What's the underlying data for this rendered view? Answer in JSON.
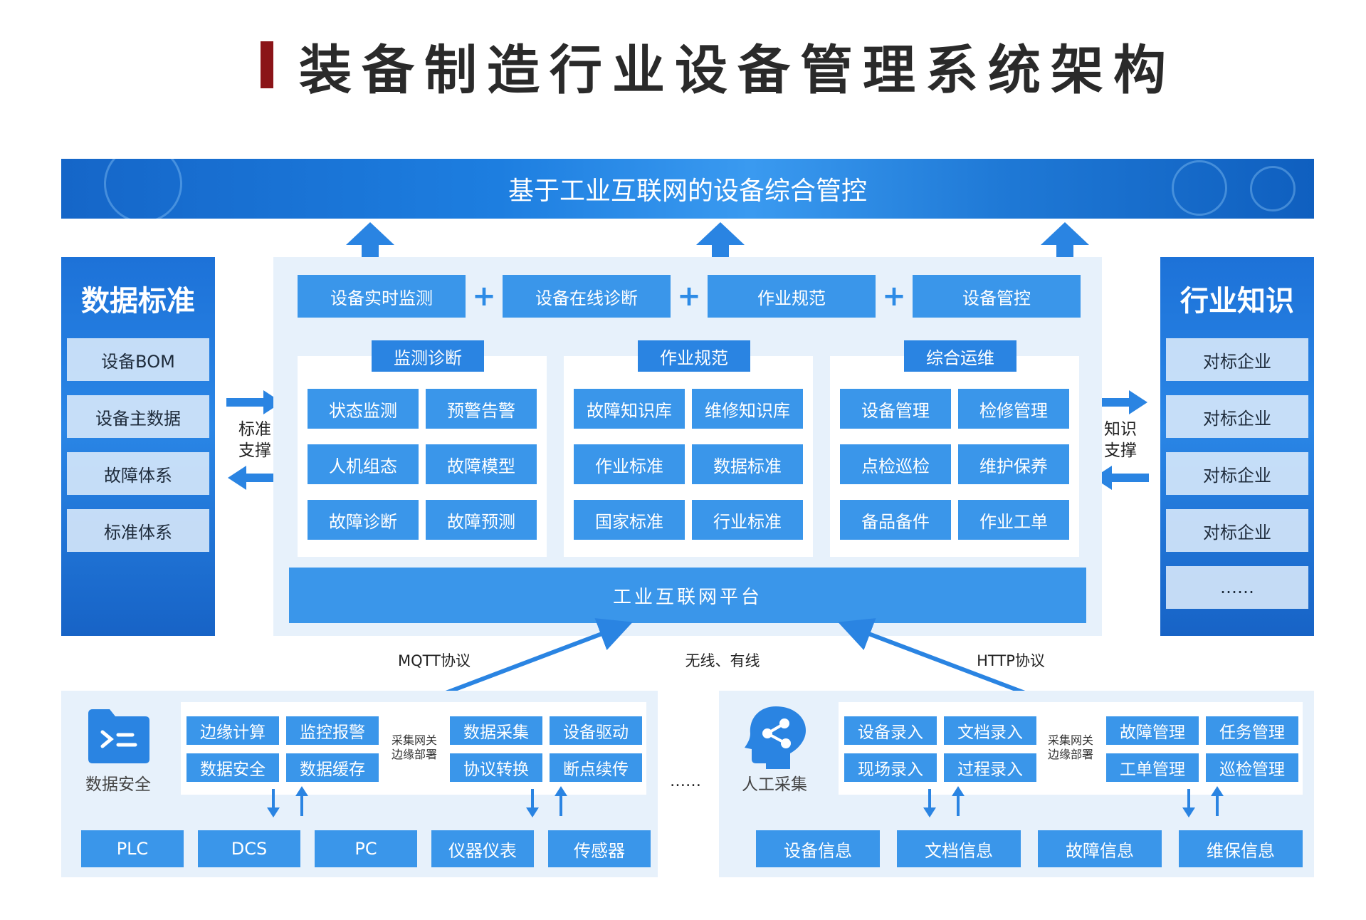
{
  "title": "装备制造行业设备管理系统架构",
  "banner": "基于工业互联网的设备综合管控",
  "left_panel": {
    "title": "数据标准",
    "items": [
      "设备BOM",
      "设备主数据",
      "故障体系",
      "标准体系"
    ]
  },
  "right_panel": {
    "title": "行业知识",
    "items": [
      "对标企业",
      "对标企业",
      "对标企业",
      "对标企业",
      "……"
    ]
  },
  "left_link": [
    "标准",
    "支撑"
  ],
  "right_link": [
    "知识",
    "支撑"
  ],
  "top_boxes": [
    "设备实时监测",
    "设备在线诊断",
    "作业规范",
    "设备管控"
  ],
  "plus_sign": "+",
  "groups": [
    {
      "title": "监测诊断",
      "cells": [
        "状态监测",
        "预警告警",
        "人机组态",
        "故障模型",
        "故障诊断",
        "故障预测"
      ]
    },
    {
      "title": "作业规范",
      "cells": [
        "故障知识库",
        "维修知识库",
        "作业标准",
        "数据标准",
        "国家标准",
        "行业标准"
      ]
    },
    {
      "title": "综合运维",
      "cells": [
        "设备管理",
        "检修管理",
        "点检巡检",
        "维护保养",
        "备品备件",
        "作业工单"
      ]
    }
  ],
  "platform": "工业互联网平台",
  "protocols": {
    "left": "MQTT协议",
    "middle": "无线、有线",
    "right": "HTTP协议"
  },
  "ellipsis": "……",
  "bottom_left": {
    "icon_label": "数据安全",
    "cells_a": [
      "边缘计算",
      "监控报警",
      "数据安全",
      "数据缓存"
    ],
    "gateway": [
      "采集网关",
      "边缘部署"
    ],
    "cells_b": [
      "数据采集",
      "设备驱动",
      "协议转换",
      "断点续传"
    ],
    "devices": [
      "PLC",
      "DCS",
      "PC",
      "仪器仪表",
      "传感器"
    ]
  },
  "bottom_right": {
    "icon_label": "人工采集",
    "cells_a": [
      "设备录入",
      "文档录入",
      "现场录入",
      "过程录入"
    ],
    "gateway": [
      "采集网关",
      "边缘部署"
    ],
    "cells_b": [
      "故障管理",
      "任务管理",
      "工单管理",
      "巡检管理"
    ],
    "devices": [
      "设备信息",
      "文档信息",
      "故障信息",
      "维保信息"
    ]
  },
  "colors": {
    "accent": "#3a96ea",
    "title_mark": "#8b1418",
    "panel_bg": "#e7f1fb"
  }
}
